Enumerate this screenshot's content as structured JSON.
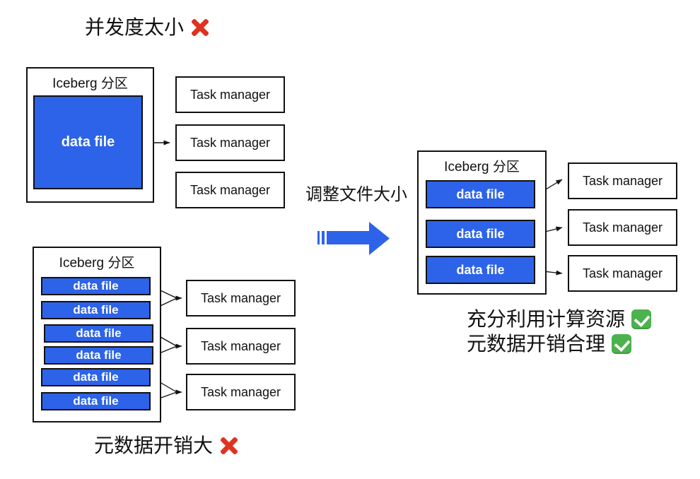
{
  "colors": {
    "data_file_blue": "#2D63E8",
    "box_border": "#111111",
    "cross_red": "#DD3322",
    "check_green": "#4CB24E",
    "background": "#FFFFFF"
  },
  "captions": {
    "concurrency_problem": "并发度太小",
    "metadata_problem": "元数据开销大",
    "transition": "调整文件大小",
    "benefit_compute": "充分利用计算资源",
    "benefit_metadata": "元数据开销合理"
  },
  "single_file_section": {
    "partition_title": "Iceberg 分区",
    "data_files": [
      "data file"
    ],
    "task_managers": [
      "Task manager",
      "Task manager",
      "Task manager"
    ]
  },
  "small_files_section": {
    "partition_title": "Iceberg 分区",
    "data_files": [
      "data file",
      "data file",
      "data file",
      "data file",
      "data file",
      "data file"
    ],
    "task_managers": [
      "Task manager",
      "Task manager",
      "Task manager"
    ]
  },
  "balanced_section": {
    "partition_title": "Iceberg 分区",
    "data_files": [
      "data file",
      "data file",
      "data file"
    ],
    "task_managers": [
      "Task manager",
      "Task manager",
      "Task manager"
    ]
  },
  "icons": {
    "cross": "cross-mark",
    "check": "check-mark"
  }
}
